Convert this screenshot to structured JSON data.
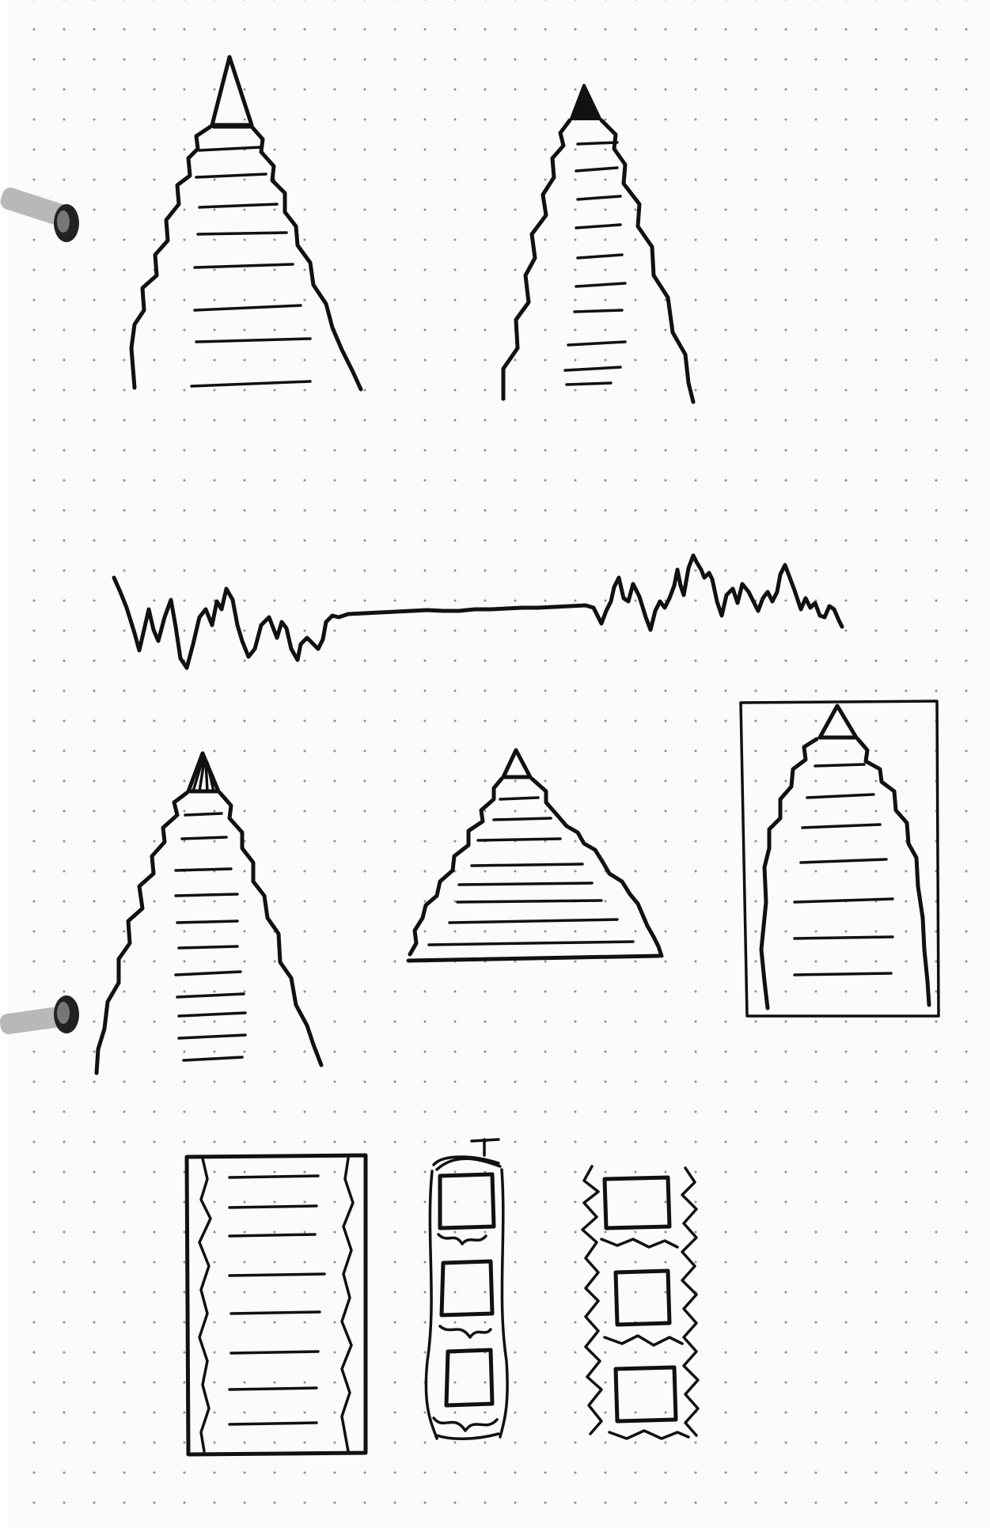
{
  "colors": {
    "paper": "#fbfbf9",
    "ink": "#111111",
    "dot_grid": "#3c3c3c",
    "binder_ring": "#9a9a9a"
  },
  "icons": [
    "binder-ring-icon",
    "binder-ring-icon"
  ],
  "sketches": {
    "row1": [
      "pyramid-sketch-outline-top",
      "pyramid-sketch-filled-top"
    ],
    "row2": [
      "waveform-sketch"
    ],
    "row3": [
      "pyramid-sketch-small-top",
      "wide-pyramid-sketch-on-baseline",
      "pyramid-sketch-in-frame"
    ],
    "row4": [
      "framed-list-sketch",
      "stacked-squares-column-sketch",
      "zigzag-squares-column-sketch"
    ]
  }
}
